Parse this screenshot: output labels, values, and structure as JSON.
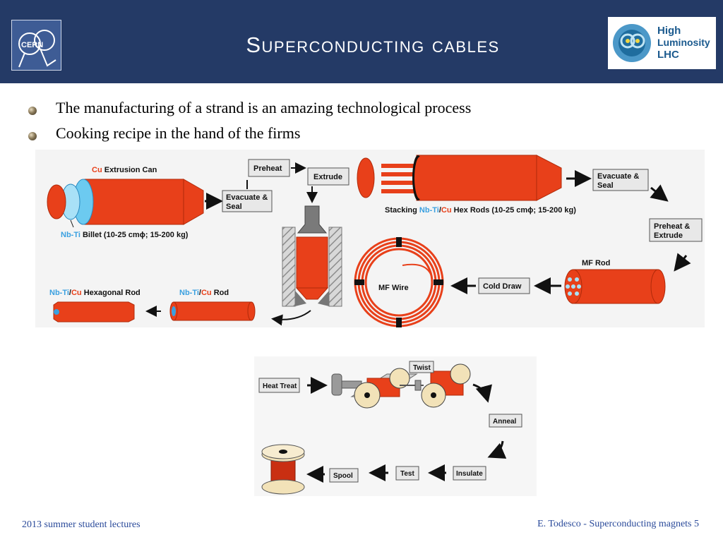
{
  "header": {
    "title": "Superconducting cables",
    "cern_logo_text": "CERN",
    "hl_logo": {
      "line1": "High",
      "line2": "Luminosity",
      "line3": "LHC"
    }
  },
  "bullets": [
    "The manufacturing of a strand is an amazing technological process",
    "Cooking recipe in the hand of the firms"
  ],
  "diagram_top": {
    "cu_extrusion_can_a": "Cu",
    "cu_extrusion_can_b": " Extrusion Can",
    "nbti_billet_a": "Nb-Ti",
    "nbti_billet_b": " Billet (10-25 cm",
    "nbti_billet_c": "; 15-200 kg)",
    "phi": "ϕ",
    "evacuate_seal_1_l1": "Evacuate &",
    "evacuate_seal_1_l2": "Seal",
    "preheat": "Preheat",
    "extrude": "Extrude",
    "stacking_a": "Stacking ",
    "stacking_b": "Nb-Ti",
    "stacking_c": "/",
    "stacking_d": "Cu",
    "stacking_e": " Hex Rods (10-25 cm",
    "stacking_f": "; 15-200 kg)",
    "evacuate_seal_2_l1": "Evacuate &",
    "evacuate_seal_2_l2": "Seal",
    "preheat_extrude_l1": "Preheat &",
    "preheat_extrude_l2": "Extrude",
    "mf_rod": "MF Rod",
    "cold_draw": "Cold Draw",
    "mf_wire": "MF Wire",
    "hex_rod_a": "Nb-Ti",
    "hex_rod_b": "/",
    "hex_rod_c": "Cu",
    "hex_rod_d": " Hexagonal Rod",
    "rod_a": "Nb-Ti",
    "rod_b": "/",
    "rod_c": "Cu",
    "rod_d": " Rod"
  },
  "diagram_bottom": {
    "heat_treat": "Heat Treat",
    "twist": "Twist",
    "anneal": "Anneal",
    "insulate": "Insulate",
    "test": "Test",
    "spool": "Spool"
  },
  "footer": {
    "left": "2013 summer student lectures",
    "right": "E. Todesco - Superconducting magnets 5"
  },
  "colors": {
    "header_bg": "#243a66",
    "copper_red": "#e8401a",
    "nbti_blue": "#3aa0e0",
    "footer_text": "#2a4a9a"
  }
}
